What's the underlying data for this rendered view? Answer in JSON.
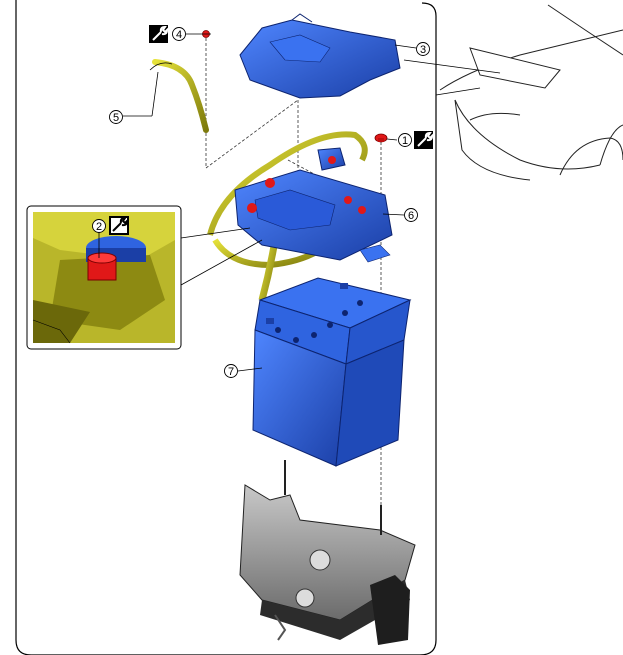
{
  "callouts": [
    {
      "id": "c1",
      "number": "1",
      "torque_icon": true
    },
    {
      "id": "c2",
      "number": "2",
      "torque_icon": true
    },
    {
      "id": "c3",
      "number": "3",
      "torque_icon": false
    },
    {
      "id": "c4",
      "number": "4",
      "torque_icon": true
    },
    {
      "id": "c5",
      "number": "5",
      "torque_icon": false
    },
    {
      "id": "c6",
      "number": "6",
      "torque_icon": false
    },
    {
      "id": "c7",
      "number": "7",
      "torque_icon": false
    }
  ],
  "colors": {
    "component_blue": "#2f64e0",
    "component_blue_dark": "#1b3fa6",
    "cable_yellow": "#c9c61c",
    "cable_yellow_dark": "#6e6b08",
    "nut_red": "#e01818",
    "tray_gray": "#9a9a9a",
    "tray_dark": "#2c2c2c",
    "frame_line": "#000000"
  },
  "icons": {
    "torque": "wrench-torque-icon",
    "vehicle": "car-outline-icon"
  }
}
